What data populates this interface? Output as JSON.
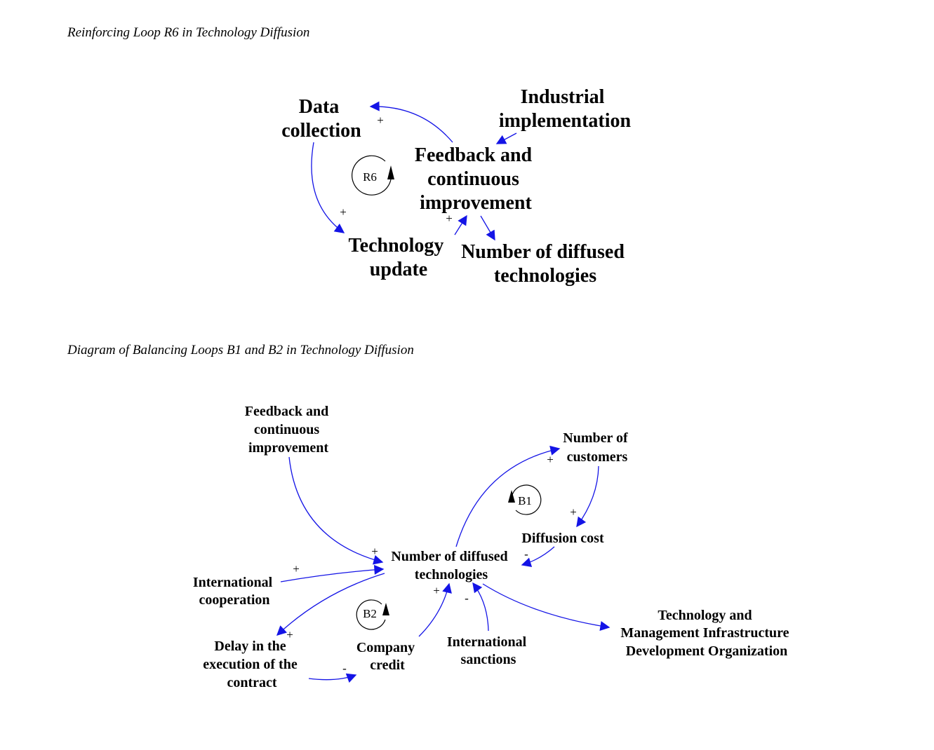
{
  "captions": {
    "r6": "Reinforcing Loop R6 in Technology Diffusion",
    "b1b2": "Diagram of Balancing Loops B1 and B2 in Technology Diffusion"
  },
  "diagram_r6": {
    "nodes": {
      "data_collection": [
        "Data",
        "collection"
      ],
      "industrial_implementation": [
        "Industrial",
        "implementation"
      ],
      "feedback": [
        "Feedback and",
        "continuous",
        "improvement"
      ],
      "technology_update": [
        "Technology",
        "update"
      ],
      "diffused": [
        "Number of diffused",
        "technologies"
      ]
    },
    "loop": "R6",
    "polarities": {
      "feedback_to_data": "+",
      "data_to_update": "+",
      "update_to_feedback": "+"
    }
  },
  "diagram_b": {
    "nodes": {
      "feedback": [
        "Feedback and",
        "continuous",
        "improvement"
      ],
      "customers": [
        "Number of",
        "customers"
      ],
      "diffusion_cost": [
        "Diffusion cost"
      ],
      "diffused": [
        "Number of diffused",
        "technologies"
      ],
      "international_cooperation": [
        "International",
        "cooperation"
      ],
      "delay": [
        "Delay in the",
        "execution of the",
        "contract"
      ],
      "credit": [
        "Company",
        "credit"
      ],
      "sanctions": [
        "International",
        "sanctions"
      ],
      "organization": [
        "Technology and",
        "Management Infrastructure",
        "Development Organization"
      ]
    },
    "loops": {
      "b1": "B1",
      "b2": "B2"
    },
    "polarities": {
      "diffused_to_customers": "+",
      "customers_to_cost": "+",
      "cost_to_diffused": "-",
      "feedback_to_diffused": "+",
      "cooperation_to_diffused": "+",
      "diffused_to_delay": "+",
      "delay_to_credit": "-",
      "credit_to_diffused": "+",
      "sanctions_to_diffused": "-"
    }
  },
  "colors": {
    "arrow": "#1414e6",
    "text": "#000000"
  }
}
